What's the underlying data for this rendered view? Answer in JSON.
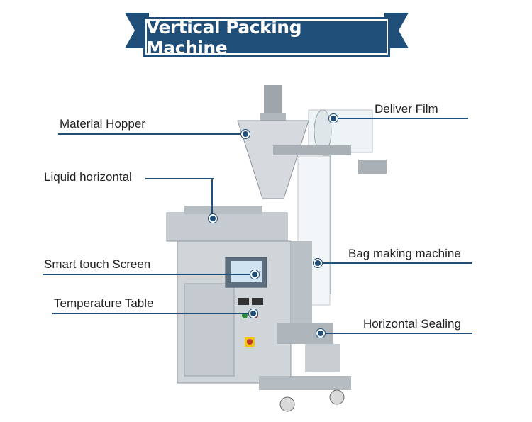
{
  "title": "Vertical Packing Machine",
  "labels": {
    "material_hopper": "Material Hopper",
    "liquid_horizontal": "Liquid horizontal",
    "smart_touch_screen": "Smart touch Screen",
    "temperature_table": "Temperature Table",
    "deliver_film": "Deliver Film",
    "bag_making_machine": "Bag making machine",
    "horizontal_sealing": "Horizontal Sealing"
  },
  "colors": {
    "banner": "#1f4e79",
    "line": "#1f4e79",
    "machine": "#c9ced3"
  }
}
